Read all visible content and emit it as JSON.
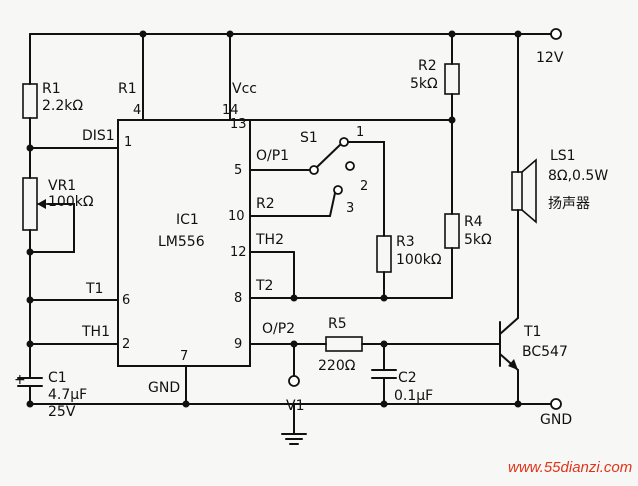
{
  "supply": "12V",
  "ground": "GND",
  "ic": {
    "ref": "IC1",
    "part": "LM556"
  },
  "pins": {
    "p4": "4",
    "p14": "14",
    "p13": "13",
    "p1": "1",
    "p5": "5",
    "p10": "10",
    "p12": "12",
    "p6": "6",
    "p8": "8",
    "p2": "2",
    "p9": "9",
    "p7": "7"
  },
  "pin_names": {
    "r1": "R1",
    "vcc": "Vcc",
    "dis1": "DIS1",
    "op1": "O/P1",
    "r2": "R2",
    "th2": "TH2",
    "t2": "T2",
    "t1": "T1",
    "th1": "TH1",
    "op2": "O/P2",
    "gnd": "GND"
  },
  "components": {
    "r1": {
      "ref": "R1",
      "value": "2.2kΩ"
    },
    "vr1": {
      "ref": "VR1",
      "value": "100kΩ"
    },
    "c1": {
      "ref": "C1",
      "value": "4.7µF",
      "rating": "25V"
    },
    "r2": {
      "ref": "R2",
      "value": "5kΩ"
    },
    "r3": {
      "ref": "R3",
      "value": "100kΩ"
    },
    "r4": {
      "ref": "R4",
      "value": "5kΩ"
    },
    "r5": {
      "ref": "R5",
      "value": "220Ω"
    },
    "c2": {
      "ref": "C2",
      "value": "0.1µF"
    },
    "ls1": {
      "ref": "LS1",
      "value": "8Ω,0.5W",
      "desc": "扬声器"
    },
    "t1": {
      "ref": "T1",
      "part": "BC547"
    },
    "s1": {
      "ref": "S1",
      "positions": [
        "1",
        "2",
        "3"
      ]
    },
    "v1": {
      "ref": "V1"
    }
  },
  "polarity_mark": "+",
  "watermark": "www.55dianzi.com"
}
